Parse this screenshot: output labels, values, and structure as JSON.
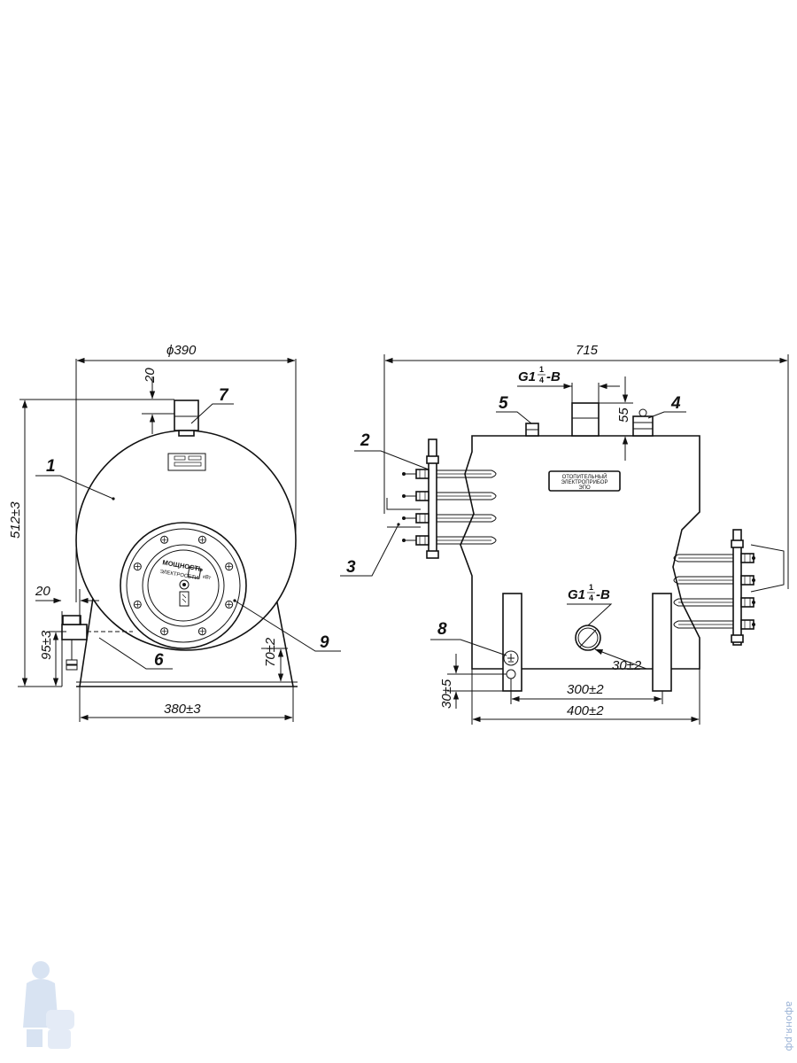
{
  "front_view": {
    "diameter_label": "ϕ390",
    "pipe_height": "20",
    "total_height": "512±3",
    "outlet_offset": "20",
    "inlet_height": "95±3",
    "stand_height": "70±2",
    "base_width": "380±3",
    "flange_title": "МОЩНОСТЬ",
    "flange_subtitle": "ЭЛЕКТРОСЕТИ",
    "flange_unit": "кВт",
    "parts": {
      "p1": "1",
      "p6": "6",
      "p7": "7",
      "p9": "9"
    }
  },
  "side_view": {
    "total_length": "715",
    "top_thread": {
      "main": "G1",
      "num": "1",
      "den": "4",
      "suffix": "-B"
    },
    "top_pipe_height": "55",
    "nameplate": [
      "ОТОПИТЕЛЬНЫЙ",
      "ЭЛЕКТРОПРИБОР",
      "ЭПО"
    ],
    "bottom_thread": {
      "main": "G1",
      "num": "1",
      "den": "4",
      "suffix": "-B"
    },
    "drain_offset": "30±2",
    "leg_spacing": "300±2",
    "body_length": "400±2",
    "ground_height": "30±5",
    "parts": {
      "p2": "2",
      "p3": "3",
      "p4": "4",
      "p5": "5",
      "p8": "8"
    }
  },
  "watermark": "афоня.рф"
}
